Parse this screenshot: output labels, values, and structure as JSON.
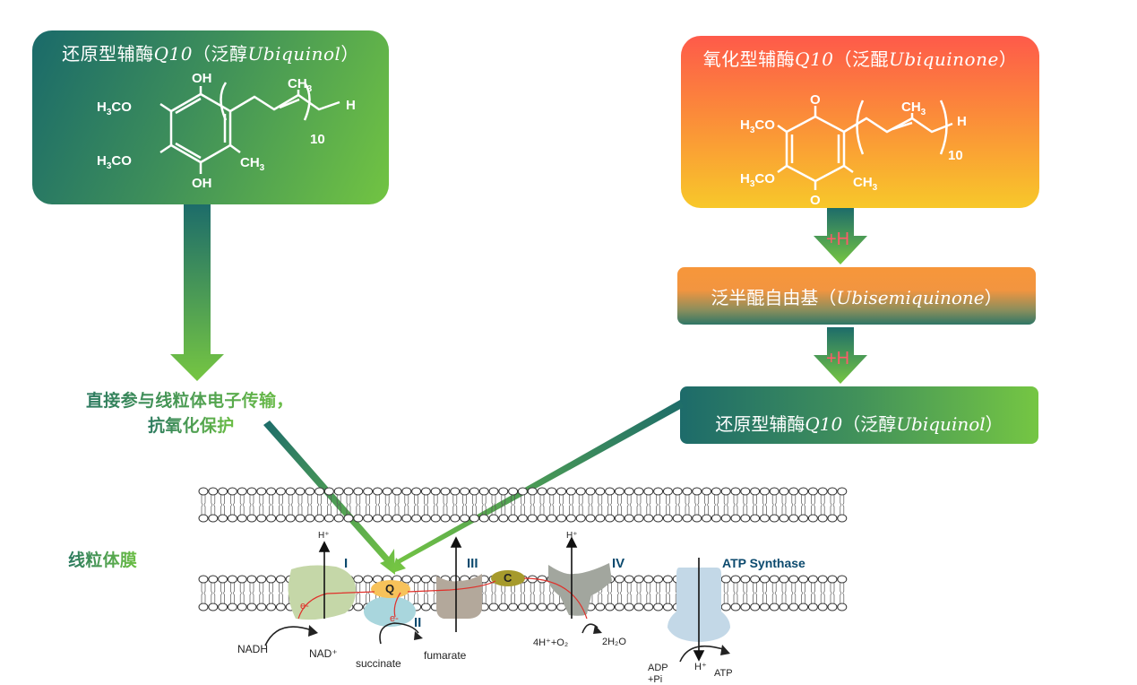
{
  "diagram": {
    "ubiquinol_box": {
      "title_cn": "还原型辅酶",
      "title_q": "Q10",
      "title_paren_cn": "（泛醇",
      "title_en": "Ubiquinol",
      "title_close": "）",
      "structure": {
        "top_substituent": "OH",
        "bottom_substituent": "OH",
        "methoxy_1": "H3CO",
        "methoxy_2": "H3CO",
        "methyl": "CH3",
        "chain_methyl": "CH3",
        "chain_end": "H",
        "repeat": "10"
      }
    },
    "ubiquinone_box": {
      "title_cn": "氧化型辅酶",
      "title_q": "Q10",
      "title_paren_cn": "（泛醌",
      "title_en": "Ubiquinone",
      "title_close": "）",
      "structure": {
        "top_substituent": "O",
        "bottom_substituent": "O",
        "methoxy_1": "H3CO",
        "methoxy_2": "H3CO",
        "methyl": "CH3",
        "chain_methyl": "CH3",
        "chain_end": "H",
        "repeat": "10"
      }
    },
    "step_label_1": "+H",
    "step_label_2": "+H",
    "semiquinone_box": {
      "title_cn": "泛半醌自由基（",
      "title_en": "Ubisemiquinone",
      "title_close": "）"
    },
    "ubiquinol_result_box": {
      "title_cn": "还原型辅酶",
      "title_q": "Q10",
      "title_paren_cn": "（泛醇",
      "title_en": "Ubiquinol",
      "title_close": "）"
    },
    "function_caption": {
      "line1": "直接参与线粒体电子传输，",
      "line2": "抗氧化保护"
    },
    "membrane_label": "线粒体膜",
    "etc": {
      "complex_I": "I",
      "complex_II": "II",
      "complex_III": "III",
      "complex_IV": "IV",
      "atp_synthase": "ATP Synthase",
      "q_label": "Q",
      "c_label": "C",
      "e_minus_1": "e-",
      "e_minus_2": "e-",
      "h_plus_I": "H⁺",
      "h_plus_IV": "H⁺",
      "h_plus_atp": "H⁺",
      "nadh": "NADH",
      "nad_plus": "NAD⁺",
      "succinate": "succinate",
      "fumarate": "fumarate",
      "o2_reactant": "4H⁺+O₂",
      "water": "2H₂O",
      "adp": "ADP",
      "pi": "+Pi",
      "atp": "ATP"
    },
    "colors": {
      "green_dark": "#1a6a6a",
      "green_light": "#72c442",
      "orange_top": "#fe5a4a",
      "yellow_bottom": "#f8c82a",
      "plus_h": "#ff5a6a",
      "complex_label": "#0c4a6e",
      "electron_path": "#e0302a"
    }
  }
}
